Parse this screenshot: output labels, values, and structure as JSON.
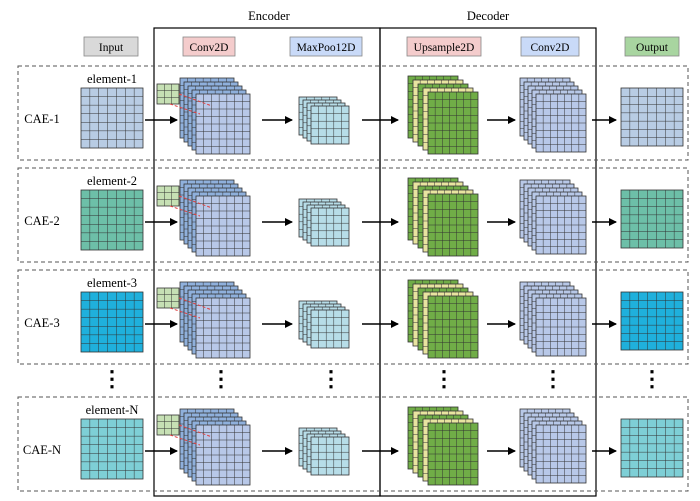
{
  "sections": {
    "encoder": "Encoder",
    "decoder": "Decoder"
  },
  "stage_labels": [
    {
      "id": "input",
      "text": "Input",
      "fill": "#d9d9d9"
    },
    {
      "id": "conv2d-enc",
      "text": "Conv2D",
      "fill": "#f4cccc"
    },
    {
      "id": "maxpool",
      "text": "MaxPoo12D",
      "fill": "#c9daf8"
    },
    {
      "id": "upsample",
      "text": "Upsample2D",
      "fill": "#f4cccc"
    },
    {
      "id": "conv2d-dec",
      "text": "Conv2D",
      "fill": "#c9daf8"
    },
    {
      "id": "output",
      "text": "Output",
      "fill": "#a8d5a0"
    }
  ],
  "rows": [
    {
      "name": "CAE-1",
      "element": "element-1",
      "input_color": "#b8cce4",
      "output_color": "#b8cce4"
    },
    {
      "name": "CAE-2",
      "element": "element-2",
      "input_color": "#6dbfa8",
      "output_color": "#6dbfa8"
    },
    {
      "name": "CAE-3",
      "element": "element-3",
      "input_color": "#1fb0dc",
      "output_color": "#1fb0dc"
    },
    {
      "name": "CAE-N",
      "element": "element-N",
      "input_color": "#7ecfd6",
      "output_color": "#7ecfd6"
    }
  ],
  "ellipsis": "⋮",
  "colors": {
    "conv_stack": "#b8c8e8",
    "conv_highlight": "#8fb0dc",
    "kernel": "#c6e0b4",
    "maxpool": "#b7dde8",
    "upsample_green": "#70ad47",
    "upsample_yellow": "#e8e4a0",
    "decoder_conv": "#b8c8e8",
    "dashed_red": "#e04040"
  }
}
